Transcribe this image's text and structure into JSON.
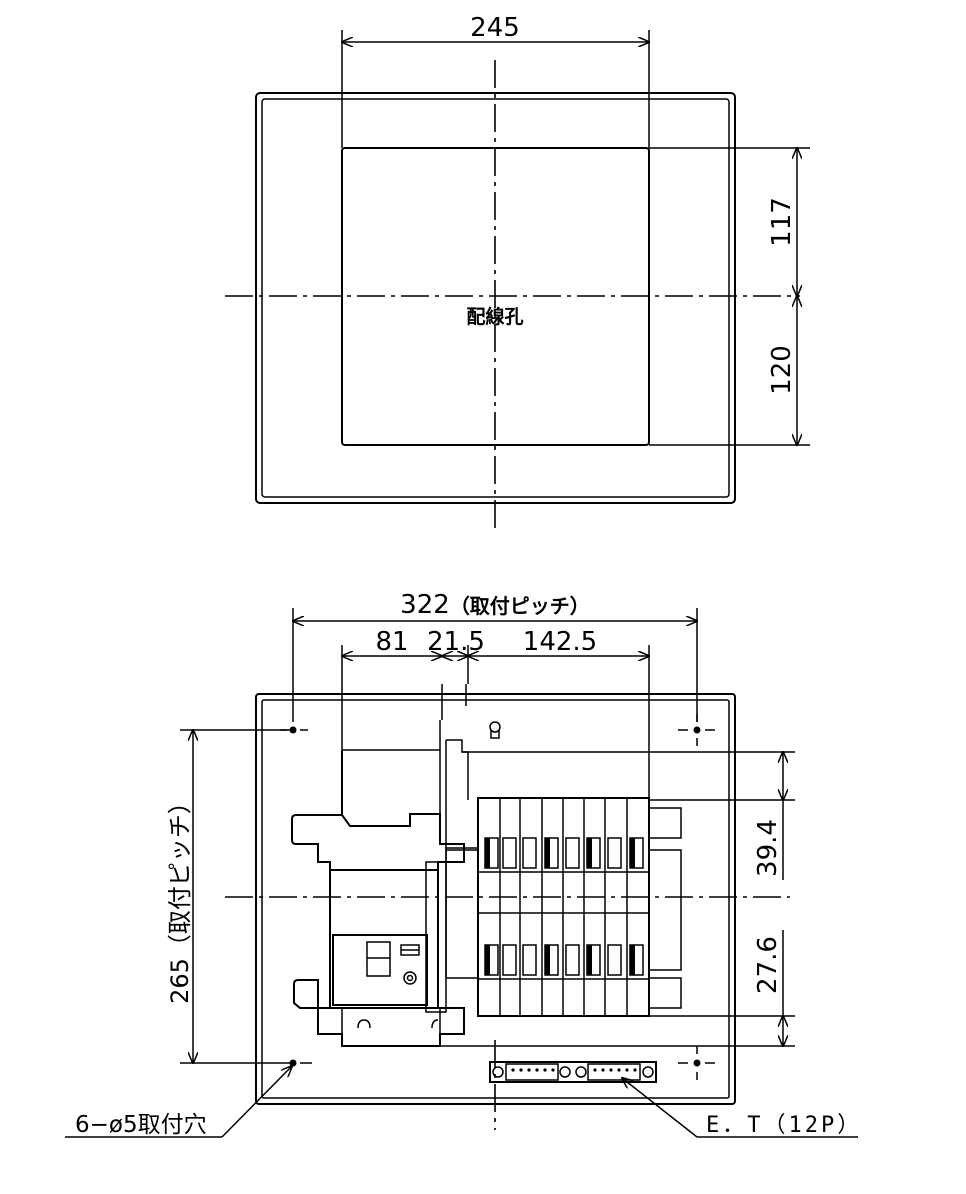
{
  "top_view": {
    "dim_width": "245",
    "dim_upper": "117",
    "dim_lower": "120",
    "hole_label": "配線孔"
  },
  "front_view": {
    "dim_mount_pitch_h": "322",
    "dim_mount_pitch_h_note": "（取付ピッチ）",
    "dim_81": "81",
    "dim_21_5": "21.5",
    "dim_142_5": "142.5",
    "dim_mount_pitch_v": "265（取付ピッチ）",
    "dim_39_4": "39.4",
    "dim_27_6": "27.6",
    "mount_hole_label": "6−ø5取付穴",
    "terminal_label": "E．T（12P）"
  }
}
